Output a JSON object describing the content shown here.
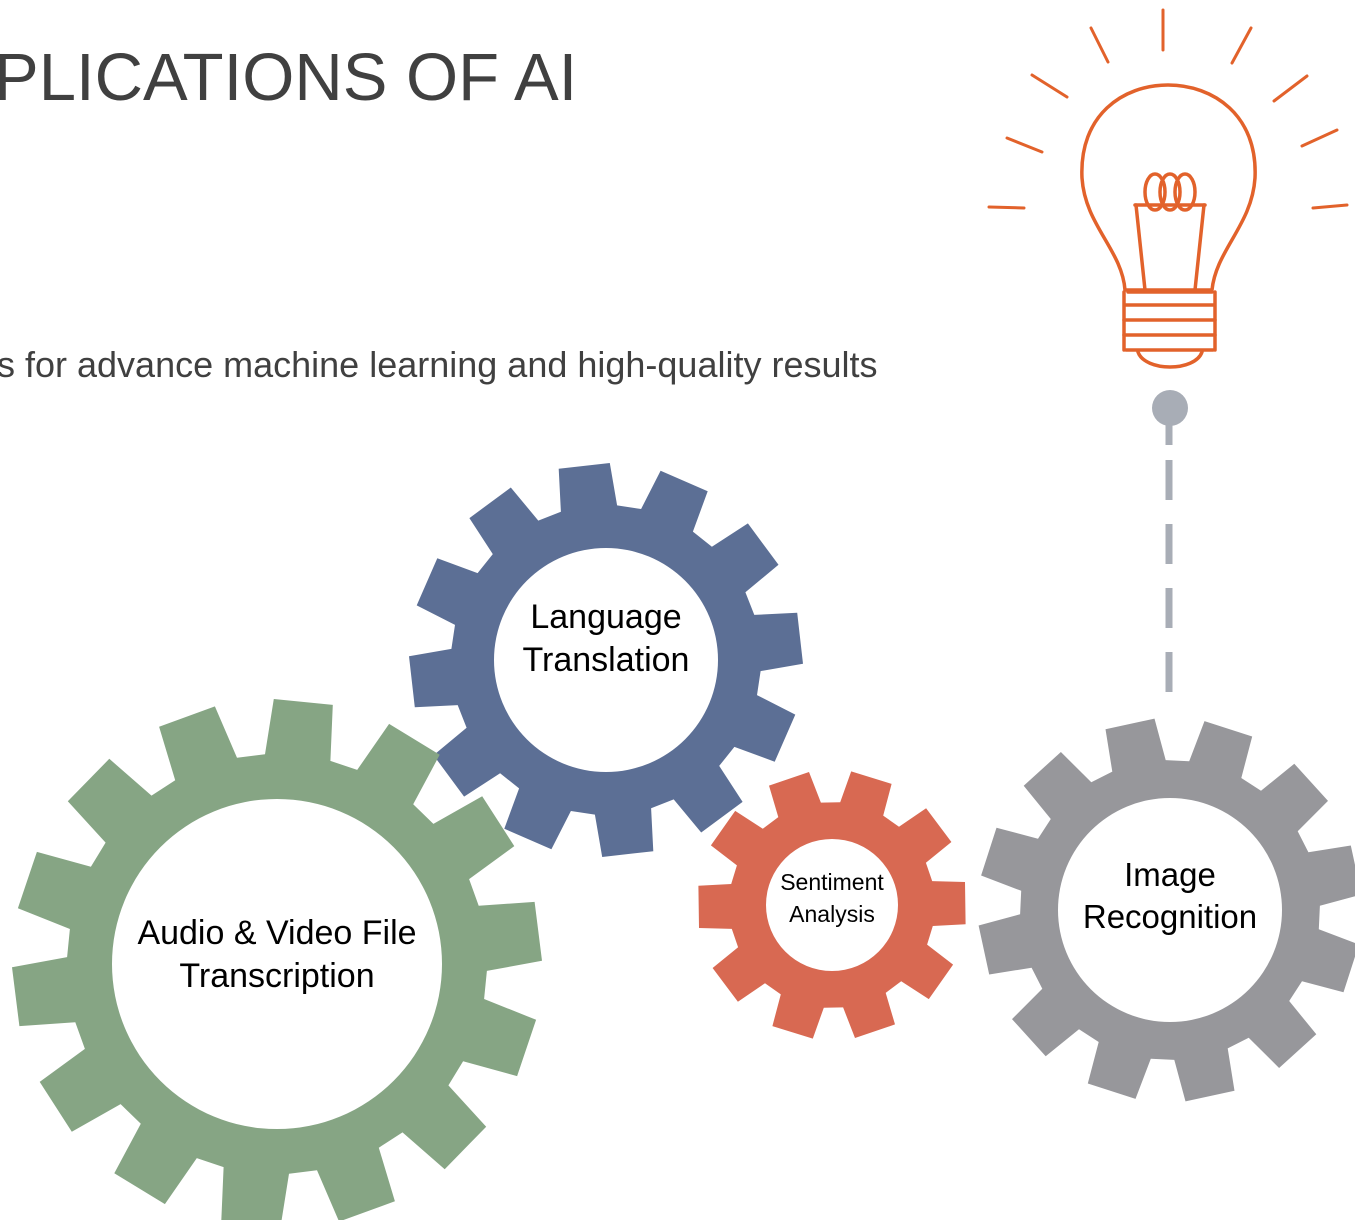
{
  "slide": {
    "title": "PLICATIONS OF AI",
    "subtitle": "s for advance machine learning and high-quality results"
  },
  "gears": {
    "audio": {
      "line1": "Audio & Video File",
      "line2": "Transcription",
      "color": "#86a584"
    },
    "language": {
      "line1": "Language",
      "line2": "Translation",
      "color": "#5c6f95"
    },
    "sentiment": {
      "line1": "Sentiment",
      "line2": "Analysis",
      "color": "#d86952"
    },
    "image": {
      "line1": "Image",
      "line2": "Recognition",
      "color": "#97979b"
    }
  },
  "bulb": {
    "icon": "lightbulb-icon",
    "color": "#e2622b"
  },
  "connector": {
    "color": "#a8adb6"
  }
}
